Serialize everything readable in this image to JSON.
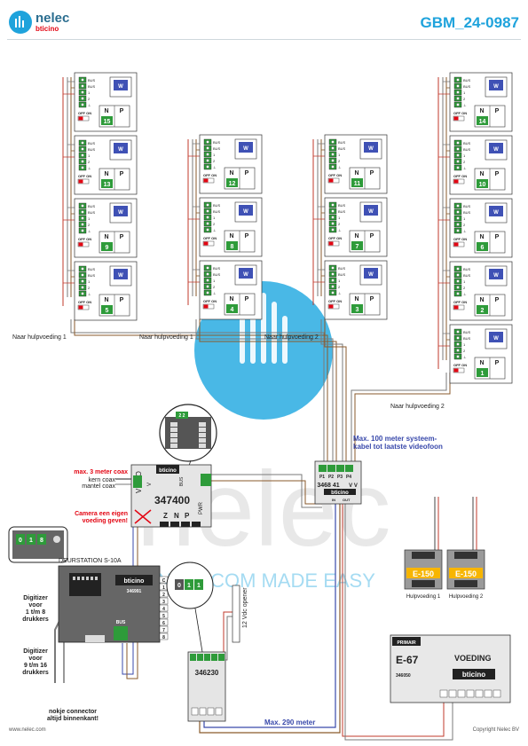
{
  "header": {
    "brand": "nelec",
    "brand_sub": "bticino",
    "doc_id": "GBM_24-0987"
  },
  "monitor": {
    "screen_letter": "W",
    "terminals": [
      "BUS",
      "BUS",
      "1",
      "2",
      "⊥"
    ],
    "switch_label": "OFF ON",
    "btn_n": "N",
    "btn_p": "P"
  },
  "columns": [
    {
      "units": [
        "15",
        "13",
        "9",
        "5"
      ]
    },
    {
      "units": [
        "12",
        "8",
        "4"
      ]
    },
    {
      "units": [
        "11",
        "7",
        "3"
      ]
    },
    {
      "units": [
        "14",
        "10",
        "6",
        "2",
        "1"
      ]
    }
  ],
  "labels": {
    "aux1a": "Naar hulpvoeding 1",
    "aux1b": "Naar hulpvoeding 1",
    "aux2a": "Naar hulpvoeding 2",
    "aux2b": "Naar hulpvoeding 2",
    "max100": "Max. 100 meter systeem-\nkabel tot laatste videofoon",
    "max3": "max. 3 meter coax",
    "kern": "kern coax",
    "mantel": "mantel coax",
    "camera": "Camera een eigen\nvoeding geven!",
    "doorstation": "DEURSTATION S-10A",
    "digit1": "Digitizer\nvoor\n1 t/m 8\ndrukkers",
    "digit2": "Digitizer\nvoor\n9 t/m 16\ndrukkers",
    "nokje": "nokje connector\naltijd binnenkant!",
    "opener": "12 Vdc opener",
    "max290": "Max. 290 meter",
    "hv1": "Hulpvoeding 1",
    "hv2": "Hulpvoeding 2"
  },
  "modules": {
    "mod347400": {
      "brand": "bticino",
      "code": "347400",
      "video": "VIDEO",
      "v": "V",
      "pwr": "PWR",
      "z": "Z",
      "n": "N",
      "p": "P",
      "bus": "BUS"
    },
    "mod346841": {
      "brand": "bticino",
      "code": "3468 41",
      "ports": [
        "P1",
        "P2",
        "P3",
        "P4"
      ],
      "vv": "V V",
      "in": "IN",
      "out": "OUT"
    },
    "mod346991": {
      "brand": "bticino",
      "code": "346991",
      "bus": "BUS",
      "terminals": [
        "C",
        "1",
        "2",
        "3",
        "4",
        "5",
        "6",
        "7",
        "8"
      ]
    },
    "mod346230": {
      "code": "346230"
    },
    "psu": {
      "label": "E-150"
    },
    "e67": {
      "primair": "PRIMAIR",
      "model": "E-67",
      "voeding": "VOEDING",
      "brand": "bticino",
      "code": "346050"
    }
  },
  "zoom": {
    "top_digits": "2 2",
    "doorstation_digits": [
      "0",
      "1",
      "8"
    ],
    "relay_digits": [
      "0",
      "1",
      "1"
    ]
  },
  "watermark": {
    "word": "nelec",
    "tagline": "INTERCOM MADE EASY"
  },
  "footer": {
    "left": "www.nelec.com",
    "right": "Copyright Nelec BV"
  },
  "colors": {
    "accent": "#1fa3dc",
    "red": "#e30613",
    "green": "#2e9b3a",
    "wire_brown": "#8a5a2b",
    "wire_red": "#c0392b",
    "wire_blue": "#3949ab",
    "wire_grey": "#7a7a7a"
  }
}
